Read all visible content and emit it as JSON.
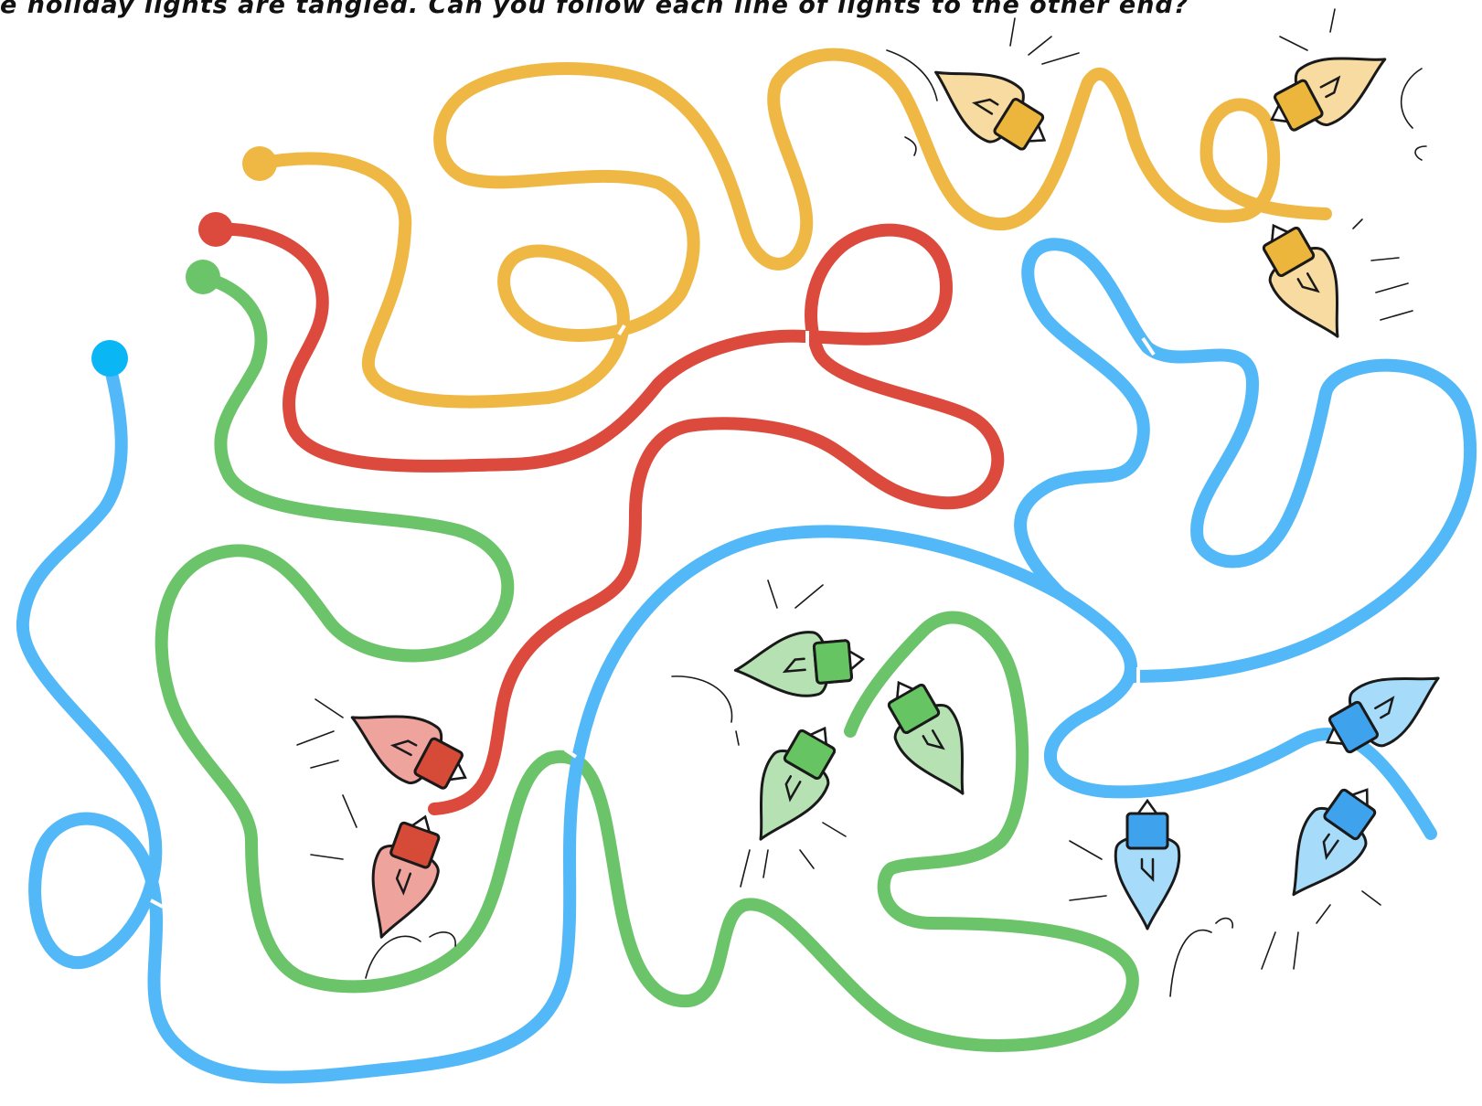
{
  "page": {
    "instruction": "e holiday lights are tangled. Can you follow each line of lights to the other end?"
  },
  "colors": {
    "yellow_wire": "#efb844",
    "red_wire": "#dc4a3d",
    "green_wire": "#6cc46a",
    "blue_wire": "#52b8f8",
    "blue_dot": "#0bb6f5",
    "yellow_bulb_glass": "#f7dba1",
    "yellow_bulb_base": "#ebb63b",
    "red_bulb_glass": "#eea39d",
    "red_bulb_base": "#d64a38",
    "green_bulb_glass": "#b5e1b3",
    "green_bulb_base": "#66c462",
    "blue_bulb_glass": "#a6dbf9",
    "blue_bulb_base": "#3ea3ec"
  },
  "maze": {
    "lines": [
      {
        "color": "yellow",
        "start": "left",
        "end": "bulbs-top-right",
        "bulb_count": 3
      },
      {
        "color": "red",
        "start": "left",
        "end": "bulbs-bottom-left",
        "bulb_count": 2
      },
      {
        "color": "green",
        "start": "left",
        "end": "bulbs-bottom-center",
        "bulb_count": 3
      },
      {
        "color": "blue",
        "start": "left",
        "end": "bulbs-bottom-right",
        "bulb_count": 3
      }
    ],
    "icons": [
      "light-bulb-icon",
      "start-dot-icon"
    ]
  }
}
